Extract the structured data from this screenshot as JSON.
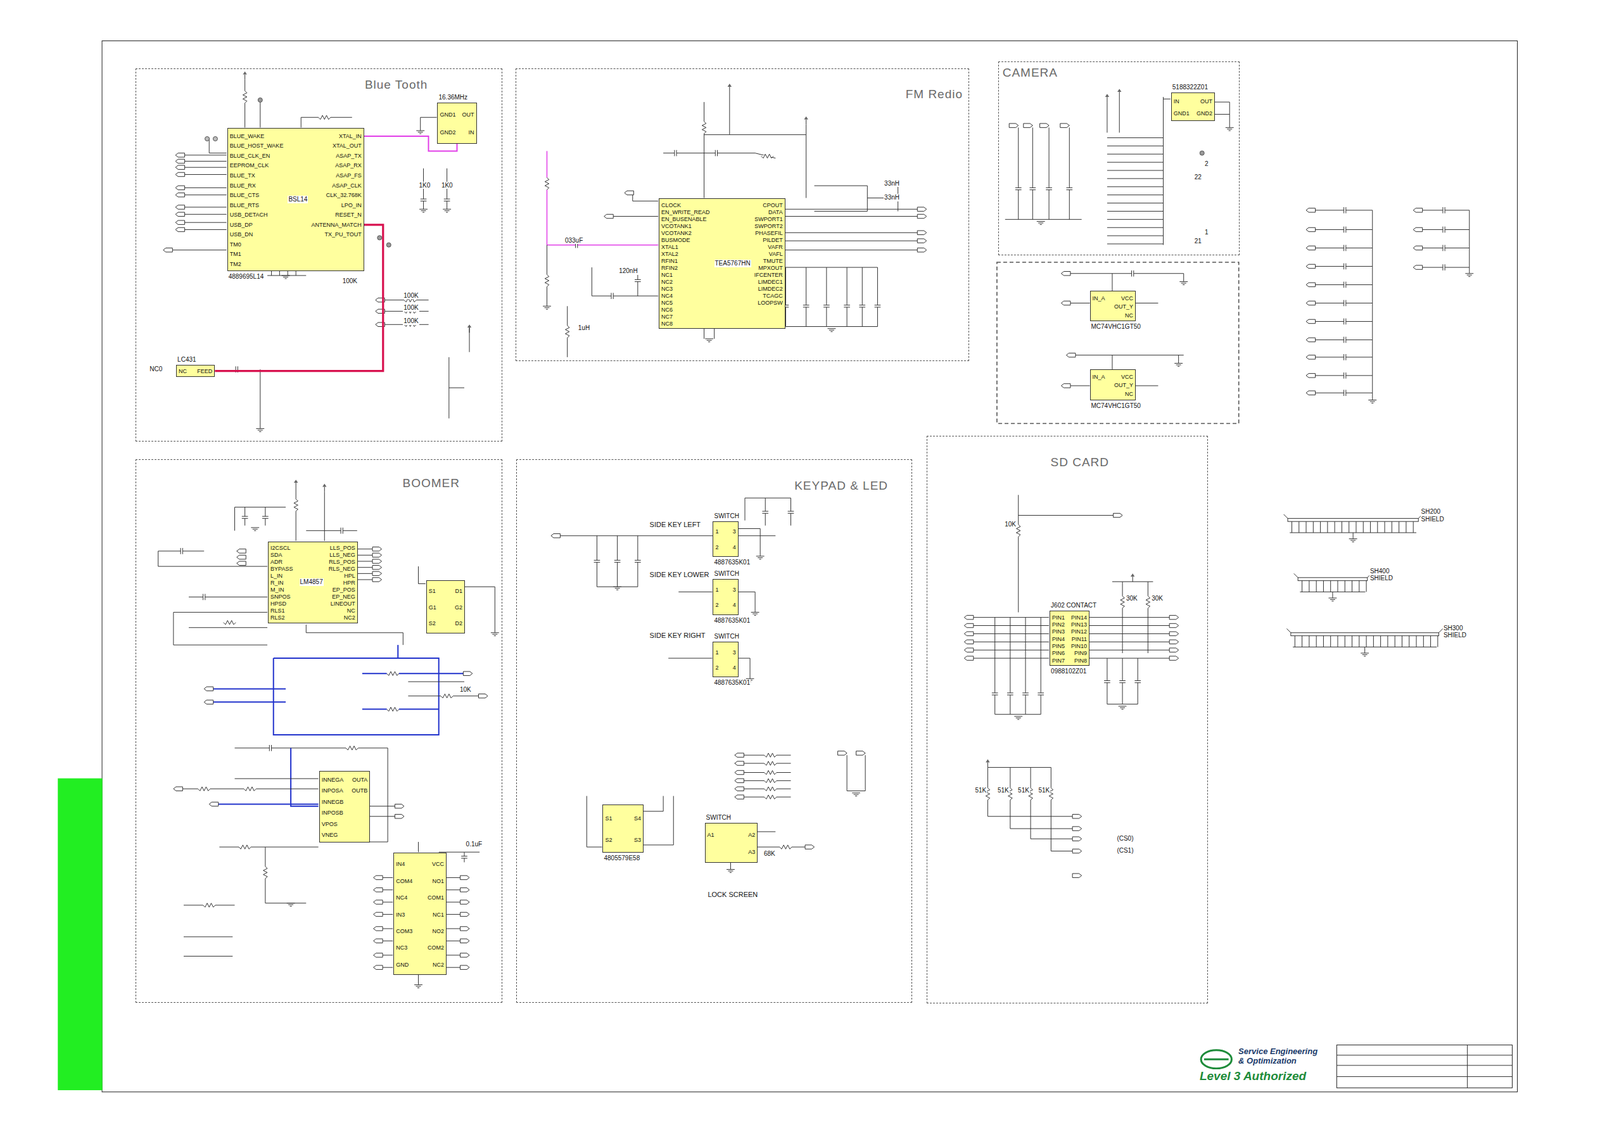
{
  "diagram": {
    "nodes": [
      {
        "text": [
          "Blue Tooth"
        ]
      },
      {
        "text": [
          "BSL14",
          "4889695L14",
          "BLUE_WAKE",
          "BLUE_HOST_WAKE",
          "BLUE_CLK_EN",
          "EEPROM_CLK",
          "BLUE_TX",
          "BLUE_RX",
          "BLUE_CTS",
          "BLUE_RTS",
          "USB_DETACH",
          "USB_DP",
          "USB_DN",
          "TM0",
          "TM1",
          "TM2",
          "XTAL_IN",
          "XTAL_OUT",
          "ASAP_TX",
          "ASAP_RX",
          "ASAP_FS",
          "ASAP_CLK",
          "CLK_32.768K",
          "LPO_IN",
          "RESET_N",
          "ANTENNA_MATCH",
          "TX_PU_TOUT"
        ],
        "in": 0
      },
      {
        "text": [
          "16.36MHz",
          "GND1",
          "GND2",
          "OUT",
          "IN"
        ],
        "in": 0
      },
      {
        "text": [
          "LC431",
          "NC",
          "FEED"
        ],
        "in": 0
      },
      {
        "text": [
          "FM Redio"
        ]
      },
      {
        "text": [
          "TEA5767HN",
          "CLOCK",
          "EN_WRITE_READ",
          "EN_BUSENABLE",
          "VCOTANK1",
          "VCOTANK2",
          "BUSMODE",
          "XTAL1",
          "XTAL2",
          "RFIN1",
          "RFIN2",
          "NC1",
          "NC2",
          "NC3",
          "NC4",
          "NC5",
          "NC6",
          "NC7",
          "NC8",
          "CPOUT",
          "DATA",
          "SWPORT1",
          "SWPORT2",
          "PHASEFIL",
          "PILDET",
          "VAFR",
          "VAFL",
          "TMUTE",
          "MPXOUT",
          "IFCENTER",
          "LIMDEC1",
          "LIMDEC2",
          "TCAGC",
          "LOOPSW"
        ],
        "in": 4
      },
      {
        "text": [
          "CAMERA"
        ]
      },
      {
        "text": [
          "5188322Z01",
          "IN",
          "GND1",
          "OUT",
          "GND2"
        ],
        "in": 6
      },
      {
        "text": [
          "MC74VHC1GT50",
          "IN_A",
          "VCC",
          "OUT_Y",
          "NC"
        ]
      },
      {
        "text": [
          "MC74VHC1GT50",
          "IN_A",
          "VCC",
          "OUT_Y",
          "NC"
        ]
      },
      {
        "text": [
          "BOOMER"
        ]
      },
      {
        "text": [
          "LM4857",
          "I2CSCL",
          "SDA",
          "ADR",
          "BYPASS",
          "L_IN",
          "R_IN",
          "M_IN",
          "SNPOS",
          "HPSD",
          "RLS1",
          "RLS2",
          "LLS_POS",
          "LLS_NEG",
          "RLS_POS",
          "RLS_NEG",
          "HPL",
          "HPR",
          "EP_POS",
          "EP_NEG",
          "LINEOUT",
          "NC",
          "NC2"
        ],
        "in": 10
      },
      {
        "text": [
          "S1",
          "G1",
          "S2",
          "D1",
          "G2",
          "D2"
        ],
        "in": 10
      },
      {
        "text": [
          "INNEGA",
          "INPOSA",
          "INNEGB",
          "INPOSB",
          "VPOS",
          "VNEG",
          "OUTA",
          "OUTB"
        ],
        "in": 10
      },
      {
        "text": [
          "IN4",
          "COM4",
          "NC4",
          "IN3",
          "COM3",
          "NC3",
          "GND",
          "VCC",
          "NO1",
          "COM1",
          "NC1",
          "NO2",
          "COM2",
          "NC2"
        ],
        "in": 10
      },
      {
        "text": [
          "KEYPAD & LED"
        ]
      },
      {
        "text": [
          "SWITCH",
          "4887635K01",
          "1",
          "2",
          "3",
          "4"
        ],
        "in": 15
      },
      {
        "text": [
          "SWITCH",
          "4887635K01",
          "1",
          "2",
          "3",
          "4"
        ],
        "in": 15
      },
      {
        "text": [
          "SWITCH",
          "4887635K01",
          "1",
          "2",
          "3",
          "4"
        ],
        "in": 15
      },
      {
        "text": [
          "4805579E58",
          "S1",
          "S2",
          "S4",
          "S3"
        ],
        "in": 15
      },
      {
        "text": [
          "SWITCH",
          "A1",
          "A2",
          "A3"
        ],
        "in": 15
      },
      {
        "text": [
          "SD CARD"
        ]
      },
      {
        "text": [
          "J602 CONTACT",
          "0988102Z01",
          "PIN1",
          "PIN2",
          "PIN3",
          "PIN4",
          "PIN5",
          "PIN6",
          "PIN7",
          "PIN14",
          "PIN13",
          "PIN12",
          "PIN11",
          "PIN10",
          "PIN9",
          "PIN8"
        ],
        "in": 21
      }
    ],
    "edges": [
      {
        "from": 1,
        "to": 2,
        "arrow": "none"
      },
      {
        "from": 1,
        "to": 3,
        "arrow": "none"
      }
    ],
    "labels": [
      "100K",
      "100K",
      "100K",
      "100K",
      "NC0",
      "1K0",
      "1K0",
      "033uF",
      "120nH",
      "1uH",
      "33nH",
      "33nH",
      "1",
      "2",
      "21",
      "22",
      "10K",
      "0.1uF",
      "SIDE KEY LEFT",
      "SIDE KEY LOWER",
      "SIDE KEY RIGHT",
      "68K",
      "LOCK SCREEN",
      "10K",
      "30K",
      "30K",
      "51K",
      "51K",
      "51K",
      "51K",
      "(CS0)",
      "(CS1)",
      "SH200 SHIELD",
      "SH400 SHIELD",
      "SH300 SHIELD",
      "Service Engineering & Optimization",
      "Level 3 Authorized"
    ]
  }
}
